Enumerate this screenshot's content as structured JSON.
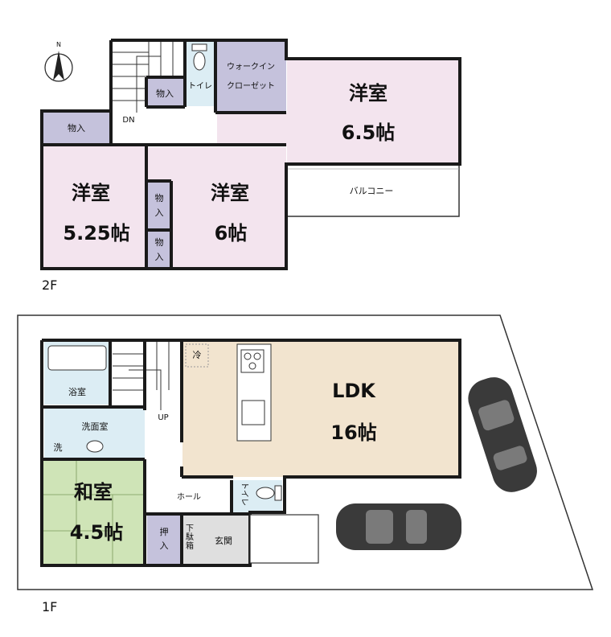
{
  "floor2": {
    "label": "2F",
    "north": "N",
    "rooms": {
      "closet_top": "物入",
      "toilet": "トイレ",
      "walkin_line1": "ウォークイン",
      "walkin_line2": "クローゼット",
      "dn": "DN",
      "closet_left": "物入",
      "closet_mid_a": "物\n入",
      "closet_mid_b": "物\n入",
      "room_a_name": "洋室",
      "room_a_size": "5.25帖",
      "room_b_name": "洋室",
      "room_b_size": "6帖",
      "room_c_name": "洋室",
      "room_c_size": "6.5帖",
      "balcony": "バルコニー"
    }
  },
  "floor1": {
    "label": "1F",
    "rooms": {
      "fridge": "冷",
      "bath": "浴室",
      "washroom": "洗面室",
      "washer": "洗",
      "up": "UP",
      "ldk_name": "LDK",
      "ldk_size": "16帖",
      "japanese_name": "和室",
      "japanese_size": "4.5帖",
      "hall": "ホール",
      "toilet": "トイレ",
      "oshiire": "押入",
      "shoe_box": "下駄箱",
      "entrance": "玄関"
    }
  },
  "colors": {
    "pink": "#f3e4ee",
    "lavender": "#c5c2dc",
    "beige": "#f2e4cf",
    "green": "#cfe4b7",
    "lightblue": "#dcedf4",
    "wall": "#1a1a1a",
    "car": "#3a3a3a"
  }
}
